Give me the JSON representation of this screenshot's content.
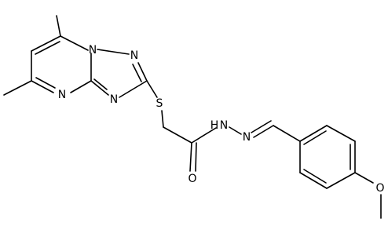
{
  "molecule": {
    "atoms": {
      "N1": "N",
      "N2": "N",
      "N3": "N",
      "N4": "N",
      "S": "S",
      "NH": "N",
      "H": "H",
      "N_imine": "N",
      "O_carbonyl": "O",
      "O_methoxy": "O"
    }
  },
  "colors": {
    "bond": "#000000",
    "label": "#000000",
    "background": "#ffffff"
  }
}
